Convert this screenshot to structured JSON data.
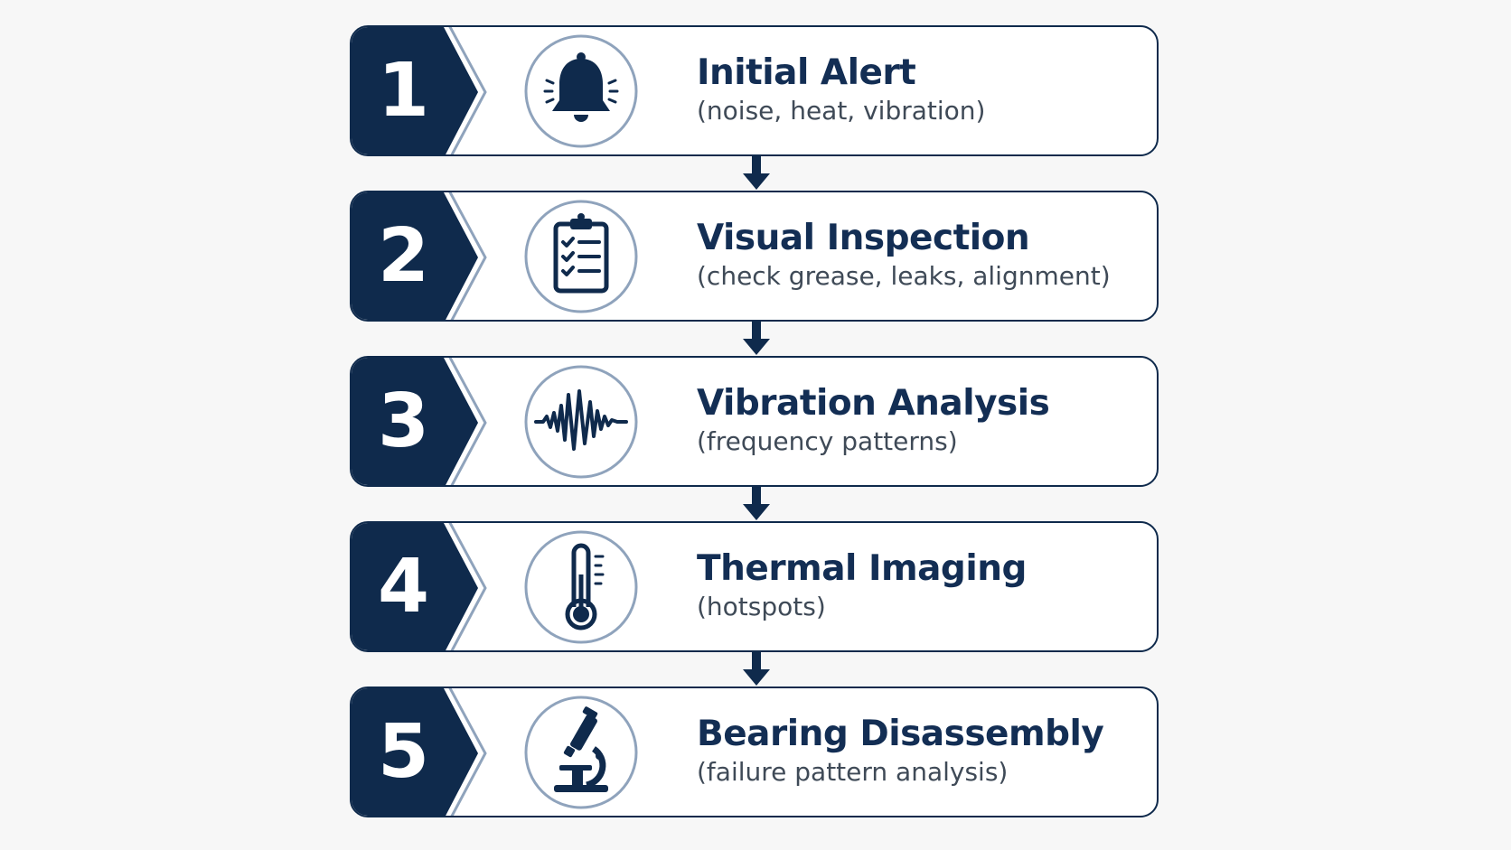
{
  "colors": {
    "navy": "#0f2a4c",
    "title": "#132e54",
    "subtitle": "#3f4a57",
    "accent": "#8fa3bc",
    "background": "#f7f7f7"
  },
  "steps": [
    {
      "number": "1",
      "title": "Initial Alert",
      "subtitle": "(noise, heat, vibration)",
      "icon": "bell-icon"
    },
    {
      "number": "2",
      "title": "Visual Inspection",
      "subtitle": "(check grease, leaks, alignment)",
      "icon": "clipboard-checklist-icon"
    },
    {
      "number": "3",
      "title": "Vibration Analysis",
      "subtitle": "(frequency patterns)",
      "icon": "waveform-icon"
    },
    {
      "number": "4",
      "title": "Thermal Imaging",
      "subtitle": "(hotspots)",
      "icon": "thermometer-icon"
    },
    {
      "number": "5",
      "title": "Bearing Disassembly",
      "subtitle": "(failure pattern analysis)",
      "icon": "microscope-icon"
    }
  ]
}
